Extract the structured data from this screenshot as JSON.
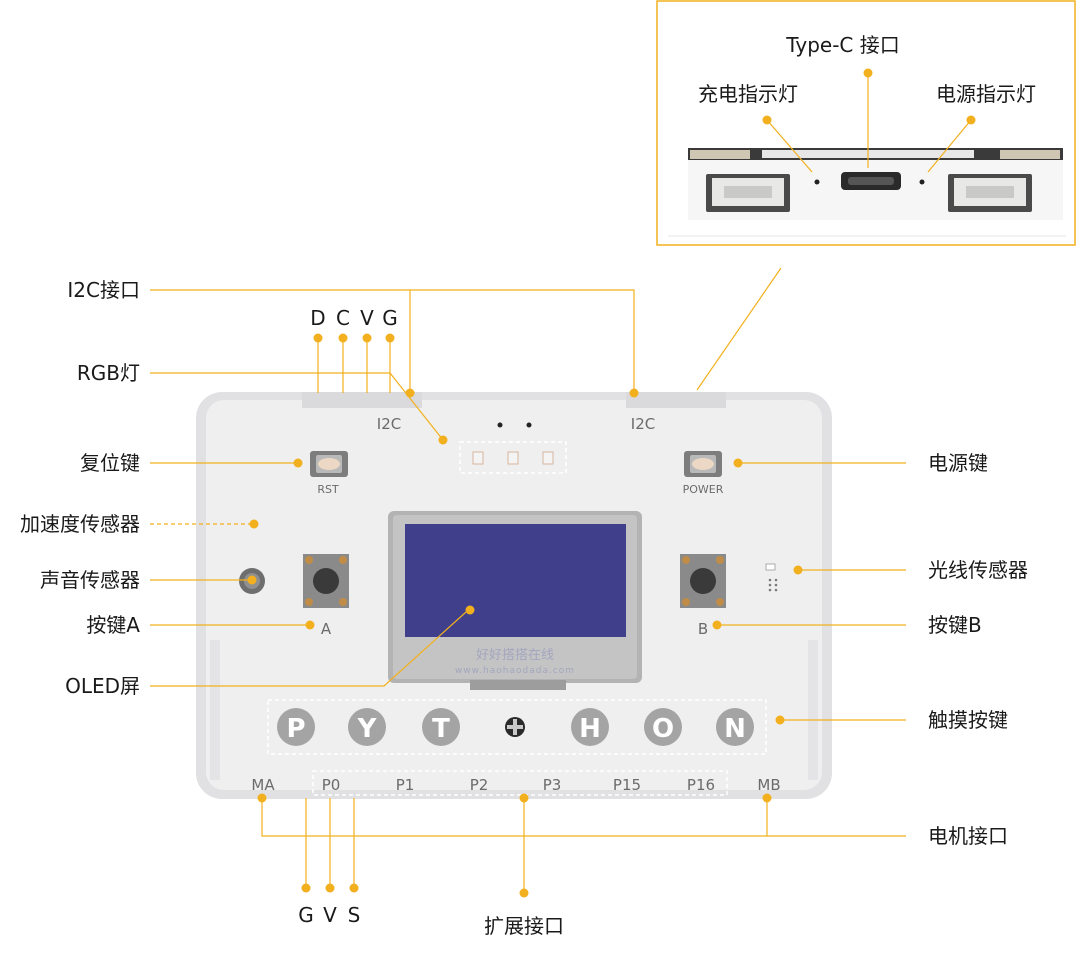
{
  "inset": {
    "type_c": "Type-C 接口",
    "charge_led": "充电指示灯",
    "power_led": "电源指示灯"
  },
  "labels": {
    "i2c_port": "I2C接口",
    "rgb": "RGB灯",
    "reset": "复位键",
    "accel": "加速度传感器",
    "sound": "声音传感器",
    "button_a": "按键A",
    "oled": "OLED屏",
    "power_key": "电源键",
    "light": "光线传感器",
    "button_b": "按键B",
    "touch": "触摸按键",
    "motor": "电机接口",
    "expansion": "扩展接口"
  },
  "i2c_pins": [
    "D",
    "C",
    "V",
    "G"
  ],
  "expansion_pins": [
    "G",
    "V",
    "S"
  ],
  "board": {
    "i2c_left": "I2C",
    "i2c_right": "I2C",
    "rst": "RST",
    "power": "POWER",
    "key_a": "A",
    "key_b": "B",
    "ma": "MA",
    "mb": "MB",
    "ports": [
      "P0",
      "P1",
      "P2",
      "P3",
      "P15",
      "P16"
    ],
    "touch_pads": [
      "P",
      "Y",
      "T",
      "H",
      "O",
      "N"
    ],
    "oled_watermark": "好好搭搭在线",
    "oled_url": "www.haohaodada.com"
  },
  "colors": {
    "accent": "#f2b01e",
    "oled": "#3f3f8c",
    "board": "#e9e9ea"
  }
}
